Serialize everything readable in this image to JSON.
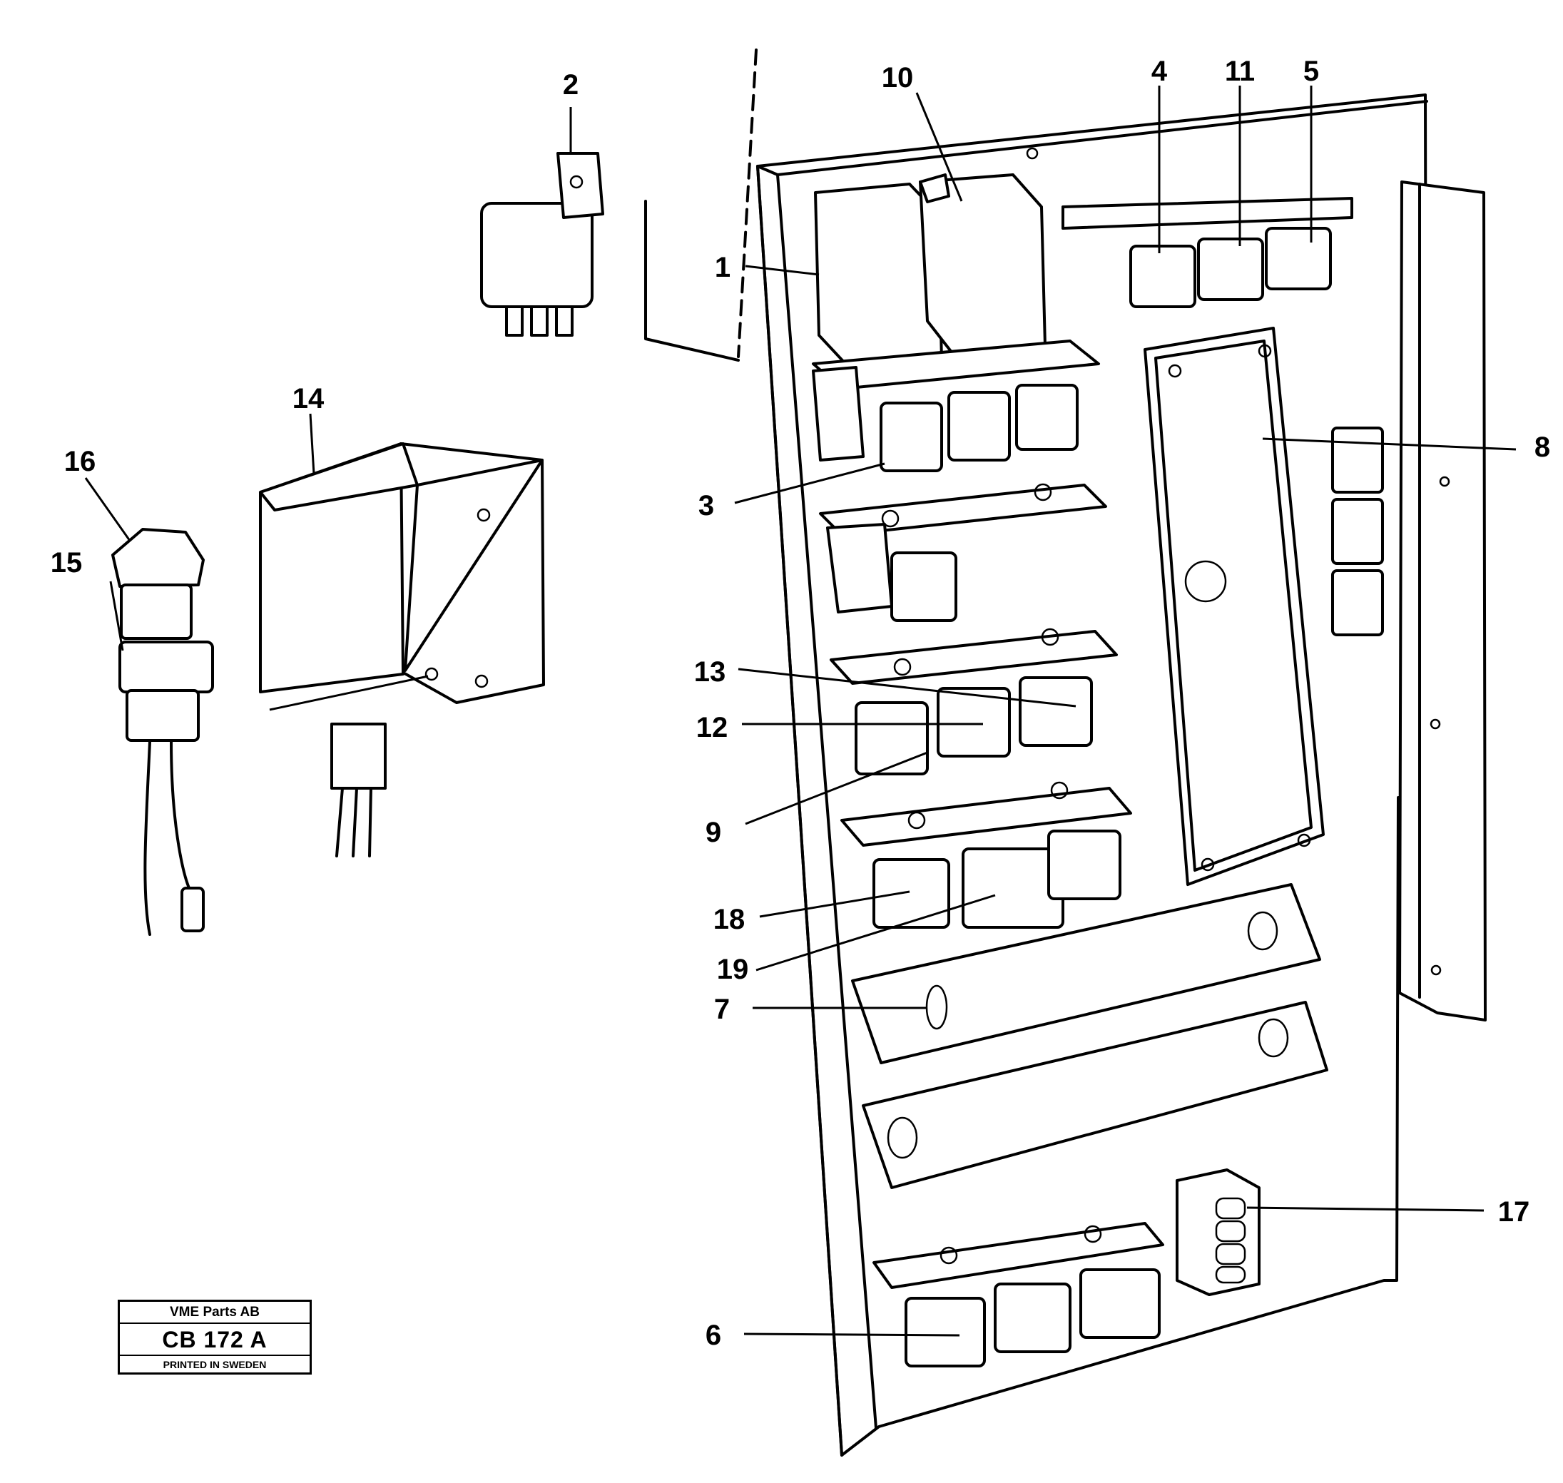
{
  "stamp": {
    "company": "VME Parts AB",
    "code": "CB 172 A",
    "printed": "PRINTED IN SWEDEN"
  },
  "callouts": [
    "1",
    "2",
    "3",
    "4",
    "5",
    "6",
    "7",
    "8",
    "9",
    "10",
    "11",
    "12",
    "13",
    "14",
    "15",
    "16",
    "17",
    "18",
    "19"
  ]
}
